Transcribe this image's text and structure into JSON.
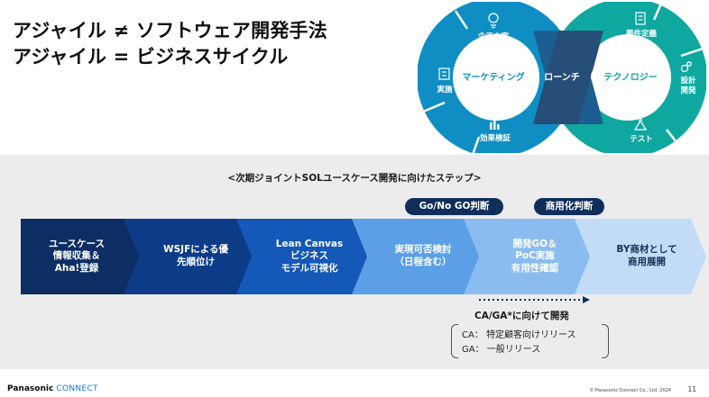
{
  "headline": {
    "line1": "アジャイル ≠ ソフトウェア開発手法",
    "line2": "アジャイル = ビジネスサイクル"
  },
  "loop": {
    "left_center": "マーケティング",
    "right_center": "テクノロジー",
    "crossover": "ローンチ",
    "left_items": [
      {
        "label": "企画立案",
        "icon": "lightbulb-icon"
      },
      {
        "label": "実施",
        "icon": "checklist-icon"
      },
      {
        "label": "効果検証",
        "icon": "bar-chart-icon"
      }
    ],
    "right_items": [
      {
        "label": "要件定義",
        "icon": "document-icon"
      },
      {
        "label": "設計\n開発",
        "icon": "gears-icon"
      },
      {
        "label": "テスト",
        "icon": "flask-icon"
      }
    ],
    "colors": {
      "left": "#0f8ec4",
      "right": "#0fa8a0",
      "cross": "#264e78",
      "inner": "#ffffff"
    }
  },
  "steps_title": "<次期ジョイントSOLユースケース開発に向けたステップ>",
  "gates": {
    "gonogo": "Go/No GO判断",
    "commercial": "商用化判断"
  },
  "steps": [
    "ユースケース\n情報収集＆\nAha!登録",
    "WSJFによる優\n先順位け",
    "Lean Canvas\nビジネス\nモデル可視化",
    "実現可否検討\n（日程含む）",
    "開発GO＆\nPoC実施\n有用性確認",
    "BY商材として\n商用展開"
  ],
  "development": {
    "label": "CA/GA*に向けて開発",
    "releases": [
      "CA： 特定顧客向けリリース",
      "GA： 一般リリース"
    ]
  },
  "footer": {
    "brand_main": "Panasonic",
    "brand_sub": "CONNECT",
    "copyright": "© Panasonic Connect Co., Ltd. 2024",
    "page": "11"
  }
}
